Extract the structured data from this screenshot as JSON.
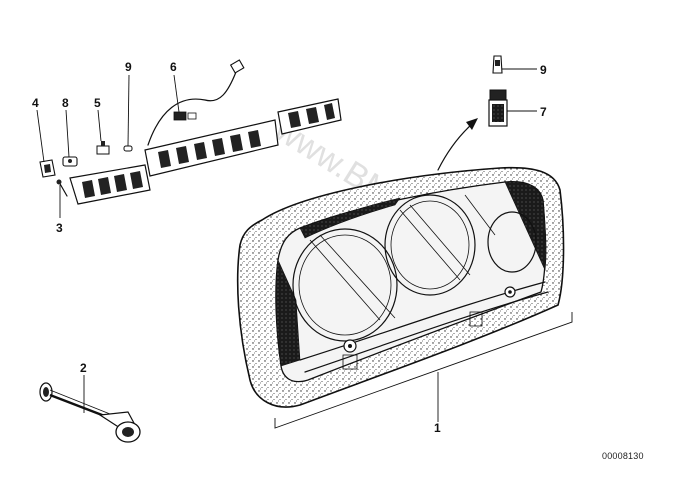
{
  "callouts": {
    "p1": "1",
    "p2": "2",
    "p3": "3",
    "p4": "4",
    "p5": "5",
    "p6": "6",
    "p7": "7",
    "p8": "8",
    "p9a": "9",
    "p9b": "9"
  },
  "drawing_code": "00008130",
  "watermark": "www.BMWstore.pl"
}
